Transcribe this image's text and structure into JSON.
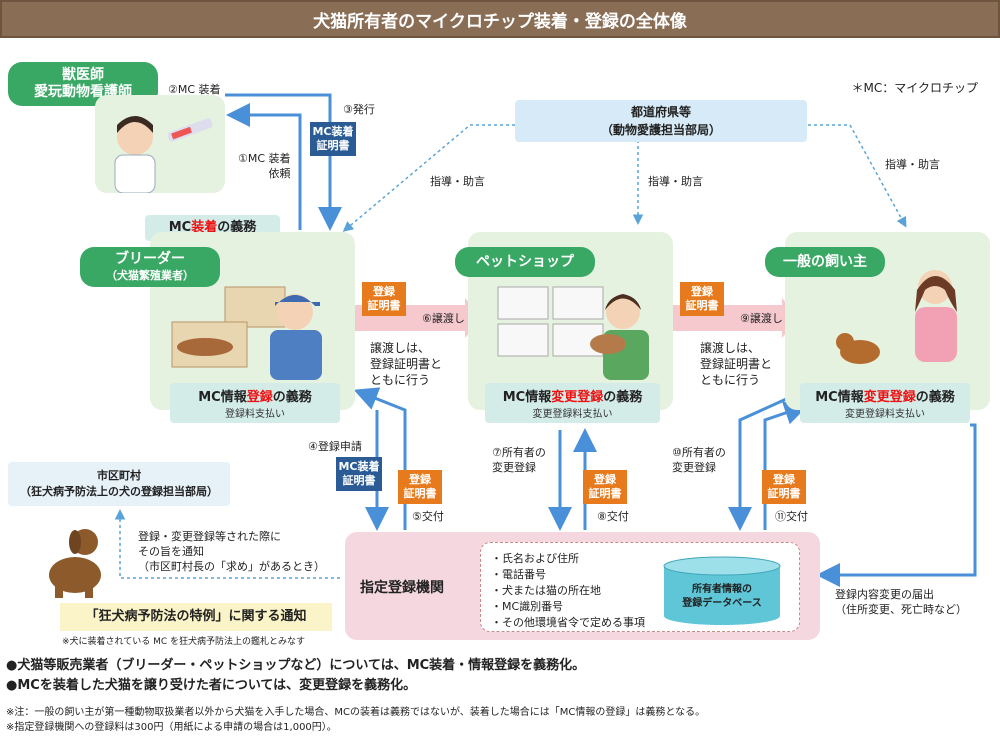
{
  "title": "犬猫所有者のマイクロチップ装着・登録の全体像",
  "mc_note": "＊MC：マイクロチップ",
  "vet": {
    "line1": "獣医師",
    "line2": "愛玩動物看護師"
  },
  "steps": {
    "s1": {
      "line1": "①MC 装着",
      "line2": "依頼"
    },
    "s2": "②MC 装着",
    "s3": "③発行",
    "s4": "④登録申請",
    "s5": "⑤交付",
    "s6": "⑥譲渡し",
    "s7": {
      "line1": "⑦所有者の",
      "line2": "変更登録"
    },
    "s8": "⑧交付",
    "s9": "⑨譲渡し",
    "s10": {
      "line1": "⑩所有者の",
      "line2": "変更登録"
    },
    "s11": "⑪交付"
  },
  "cert": {
    "mc_line1": "MC装着",
    "mc_line2": "証明書",
    "reg_line1": "登録",
    "reg_line2": "証明書"
  },
  "prefecture": {
    "line1": "都道府県等",
    "line2": "（動物愛護担当部局）"
  },
  "guidance": "指導・助言",
  "mc_duty": {
    "prefix": "MC",
    "red": "装着",
    "suffix": "の義務"
  },
  "breeder": {
    "line1": "ブリーダー",
    "line2": "（犬猫繁殖業者）",
    "duty_prefix": "MC情報",
    "duty_red": "登録",
    "duty_suffix": "の義務",
    "fee": "登録料支払い"
  },
  "petshop": {
    "name": "ペットショップ",
    "duty_prefix": "MC情報",
    "duty_red": "変更登録",
    "duty_suffix": "の義務",
    "fee": "変更登録料支払い"
  },
  "owner": {
    "name": "一般の飼い主",
    "duty_prefix": "MC情報",
    "duty_red": "変更登録",
    "duty_suffix": "の義務",
    "fee": "変更登録料支払い"
  },
  "transfer_note": {
    "line1": "譲渡しは、",
    "line2": "登録証明書と",
    "line3": "ともに行う"
  },
  "city": {
    "line1": "市区町村",
    "line2": "（狂犬病予防法上の犬の登録担当部局）"
  },
  "notify": {
    "line1": "登録・変更登録等された際に",
    "line2": "その旨を通知",
    "line3": "（市区町村長の「求め」があるとき）"
  },
  "registry": {
    "name": "指定登録機関",
    "items": [
      "・氏名および住所",
      "・電話番号",
      "・犬または猫の所在地",
      "・MC識別番号",
      "・その他環境省令で定める事項"
    ],
    "db_line1": "所有者情報の",
    "db_line2": "登録データベース"
  },
  "change_notice": {
    "line1": "登録内容変更の届出",
    "line2": "（住所変更、死亡時など）"
  },
  "rabies": {
    "title": "「狂犬病予防法の特例」に関する通知",
    "note": "※犬に装着されている MC を狂犬病予防法上の鑑札とみなす"
  },
  "bullets": [
    "●犬猫等販売業者（ブリーダー・ペットショップなど）については、MC装着・情報登録を義務化。",
    "●MCを装着した犬猫を譲り受けた者については、変更登録を義務化。"
  ],
  "footnotes": [
    "※注：一般の飼い主が第一種動物取扱業者以外から犬猫を入手した場合、MCの装着は義務ではないが、装着した場合には「MC情報の登録」は義務となる。",
    "※指定登録機関への登録料は300円（用紙による申請の場合は1,000円）。"
  ]
}
